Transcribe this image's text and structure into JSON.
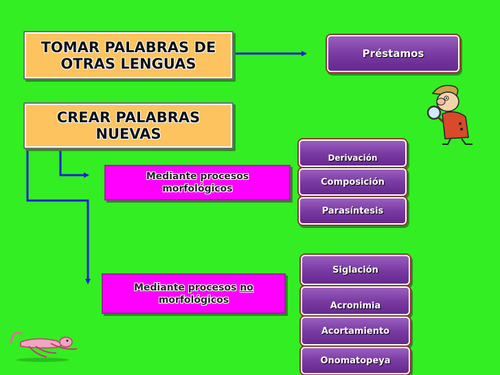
{
  "boxes": {
    "borrow": [
      "TOMAR PALABRAS DE",
      "OTRAS LENGUAS"
    ],
    "create": [
      "CREAR PALABRAS",
      "NUEVAS"
    ],
    "morph": [
      "Mediante procesos",
      "morfológicos"
    ],
    "nonmorph": {
      "line1_pre": "Mediante procesos ",
      "line1_emph": "no",
      "line2": "morfológicos"
    }
  },
  "buttons": {
    "prestamos": "Préstamos",
    "derivacion": "Derivación",
    "composicion": "Composición",
    "parasintesis": "Parasíntesis",
    "siglacion": "Siglación",
    "acronimia": "Acronimia",
    "acortamiento": "Acortamiento",
    "onomatopeya": "Onomatopeya"
  },
  "colors": {
    "background": "#33ee22",
    "orange_box": "#fcc35e",
    "purple_button": "#7a3ba3",
    "magenta_box": "#ff00ff",
    "arrow": "#2020d0"
  },
  "icons": [
    "detective-cartoon-icon",
    "pink-panther-cartoon-icon"
  ]
}
